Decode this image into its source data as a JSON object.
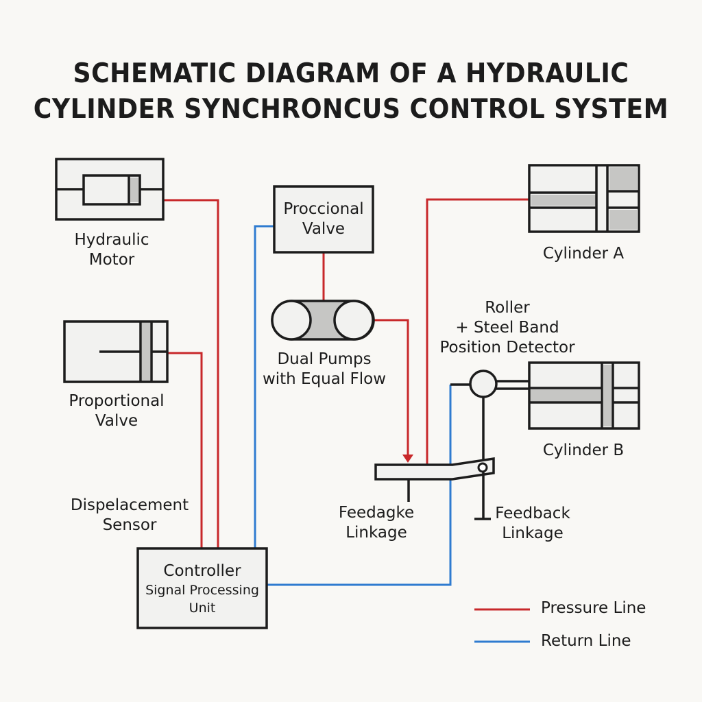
{
  "title": {
    "line1": "SCHEMATIC DIAGRAM OF A HYDRAULIC",
    "line2": "CYLINDER SYNCHRONCUS CONTROL SYSTEM"
  },
  "components": {
    "hydraulic_motor": {
      "line1": "Hydraulic",
      "line2": "Motor"
    },
    "proportional_valve_left": {
      "line1": "Proportional",
      "line2": "Valve"
    },
    "displacement_sensor": {
      "line1": "Dispelacement",
      "line2": "Sensor"
    },
    "controller": {
      "line1": "Controller",
      "line2": "Signal Processing",
      "line3": "Unit"
    },
    "proportional_valve_center": {
      "line1": "Proccional",
      "line2": "Valve"
    },
    "dual_pumps": {
      "line1": "Dual Pumps",
      "line2": "with Equal Flow"
    },
    "cylinder_a": {
      "label": "Cylinder A"
    },
    "cylinder_b": {
      "label": "Cylinder B"
    },
    "position_detector": {
      "line1": "Roller",
      "line2": "+ Steel Band",
      "line3": "Position Detector"
    },
    "feedback_linkage_left": {
      "line1": "Feedagke",
      "line2": "Linkage"
    },
    "feedback_linkage_right": {
      "line1": "Feedback",
      "line2": "Linkage"
    }
  },
  "legend": {
    "items": [
      {
        "label": "Pressure Line",
        "color": "#c8282a",
        "line_type": "pressure"
      },
      {
        "label": "Return Line",
        "color": "#2f7bd0",
        "line_type": "return"
      }
    ]
  },
  "colors": {
    "pressure": "#c8282a",
    "return": "#2f7bd0",
    "outline": "#1c1c1c",
    "fill_light": "#f2f2f0",
    "fill_gray": "#c6c6c4"
  }
}
